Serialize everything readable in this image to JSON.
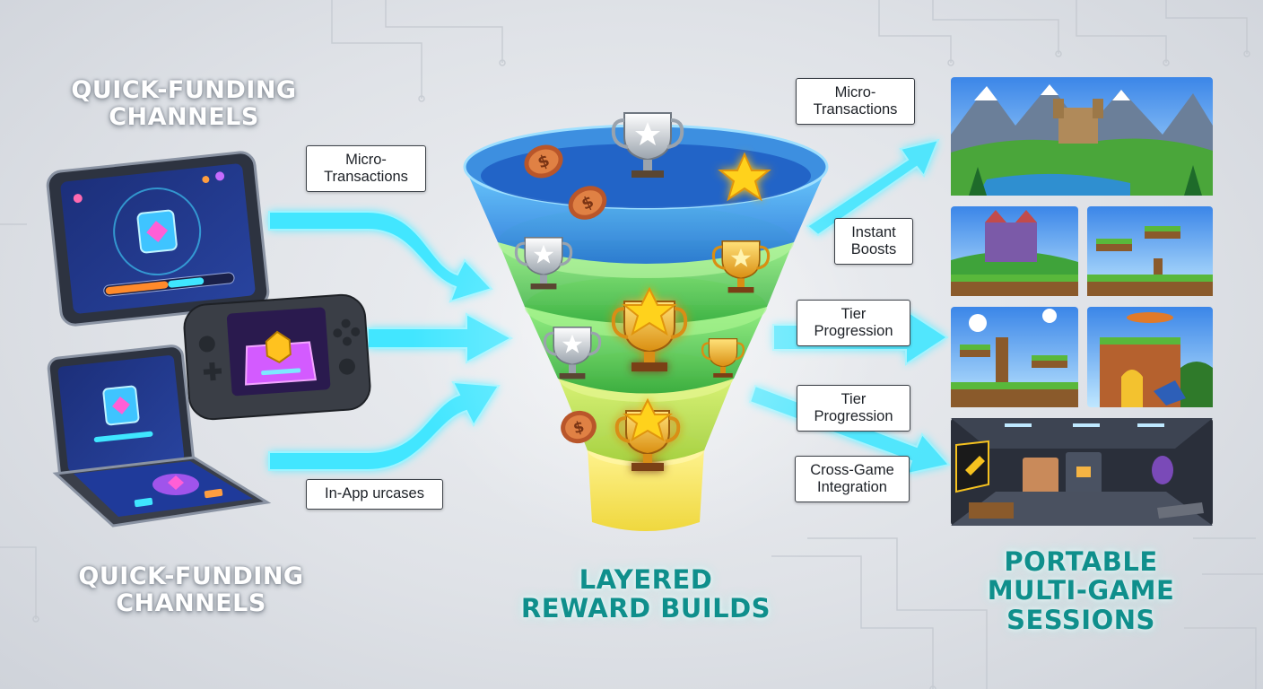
{
  "headings": {
    "left_top": "QUICK-FUNDING\nCHANNELS",
    "left_bottom": "QUICK-FUNDING\nCHANNELS",
    "center": "LAYERED\nREWARD BUILDS",
    "right": "PORTABLE\nMULTI-GAME\nSESSIONS"
  },
  "left_labels": {
    "micro_transactions": "Micro-\nTransactions",
    "in_app": "In-App urcases"
  },
  "right_labels": {
    "micro_transactions": "Micro-\nTransactions",
    "instant_boosts": "Instant\nBoosts",
    "tier_progression_1": "Tier\nProgression",
    "tier_progression_2": "Tier\nProgression",
    "cross_game": "Cross-Game\nIntegration"
  },
  "colors": {
    "arrow_cyan": "#3fe6ff",
    "funnel_blue": "#2f8fe6",
    "funnel_green": "#46c83e",
    "funnel_yellow": "#f3e24a",
    "heading_teal": "#0f8f8c",
    "trophy_gold": "#e8a91c",
    "trophy_silver": "#c9ced6",
    "coin_copper": "#c8652e"
  },
  "icons": [
    "tablet-device",
    "handheld-console",
    "foldable-phone",
    "gem-icon",
    "coin-icon",
    "silver-trophy-icon",
    "gold-trophy-icon",
    "star-icon"
  ]
}
